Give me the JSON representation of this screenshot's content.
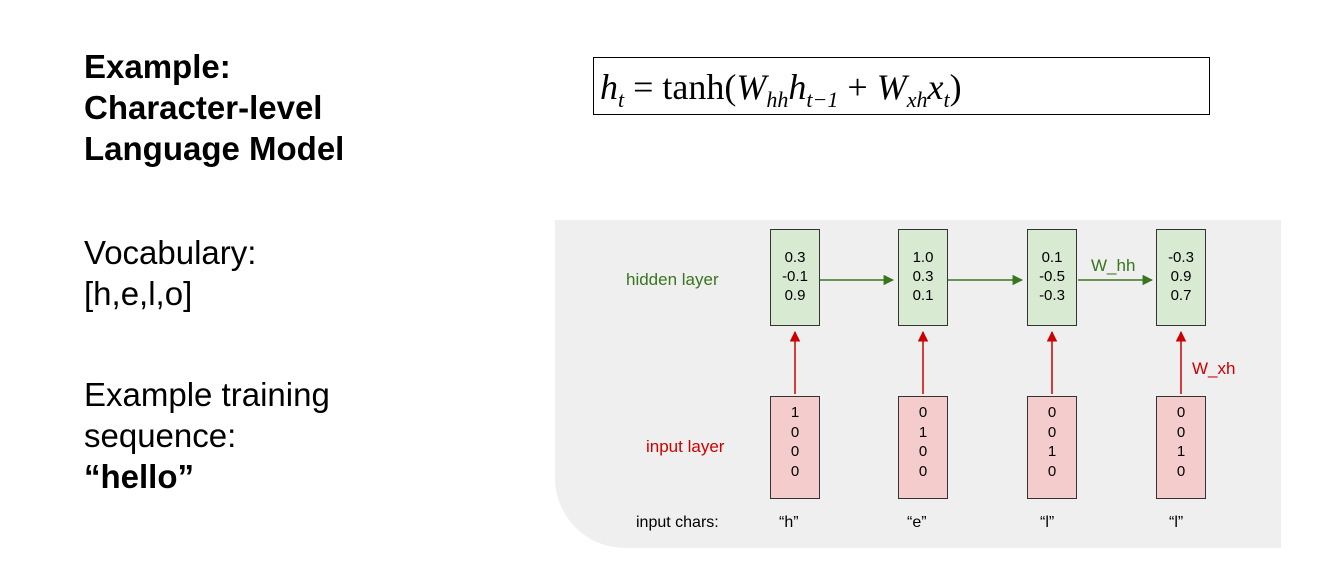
{
  "title": {
    "line1": "Example:",
    "line2": "Character-level",
    "line3": "Language Model"
  },
  "vocabulary": {
    "label": "Vocabulary:",
    "value": "[h,e,l,o]"
  },
  "training": {
    "line1": "Example training",
    "line2": "sequence:",
    "value": "“hello”"
  },
  "formula": "h_t = tanh(W_hh h_{t-1} + W_xh x_t)",
  "diagram": {
    "hidden_label": "hidden layer",
    "input_label": "input layer",
    "chars_label": "input chars:",
    "w_hh_label": "W_hh",
    "w_xh_label": "W_xh",
    "hidden": [
      [
        "0.3",
        "-0.1",
        "0.9"
      ],
      [
        "1.0",
        "0.3",
        "0.1"
      ],
      [
        "0.1",
        "-0.5",
        "-0.3"
      ],
      [
        "-0.3",
        "0.9",
        "0.7"
      ]
    ],
    "inputs": [
      [
        "1",
        "0",
        "0",
        "0"
      ],
      [
        "0",
        "1",
        "0",
        "0"
      ],
      [
        "0",
        "0",
        "1",
        "0"
      ],
      [
        "0",
        "0",
        "1",
        "0"
      ]
    ],
    "chars": [
      "“h”",
      "“e”",
      "“l”",
      "“l”"
    ],
    "colors": {
      "hidden_fill": "#d9ead3",
      "input_fill": "#f4cccc",
      "hidden_arrow": "#38761d",
      "input_arrow": "#cc0000",
      "panel": "#efefef"
    }
  }
}
